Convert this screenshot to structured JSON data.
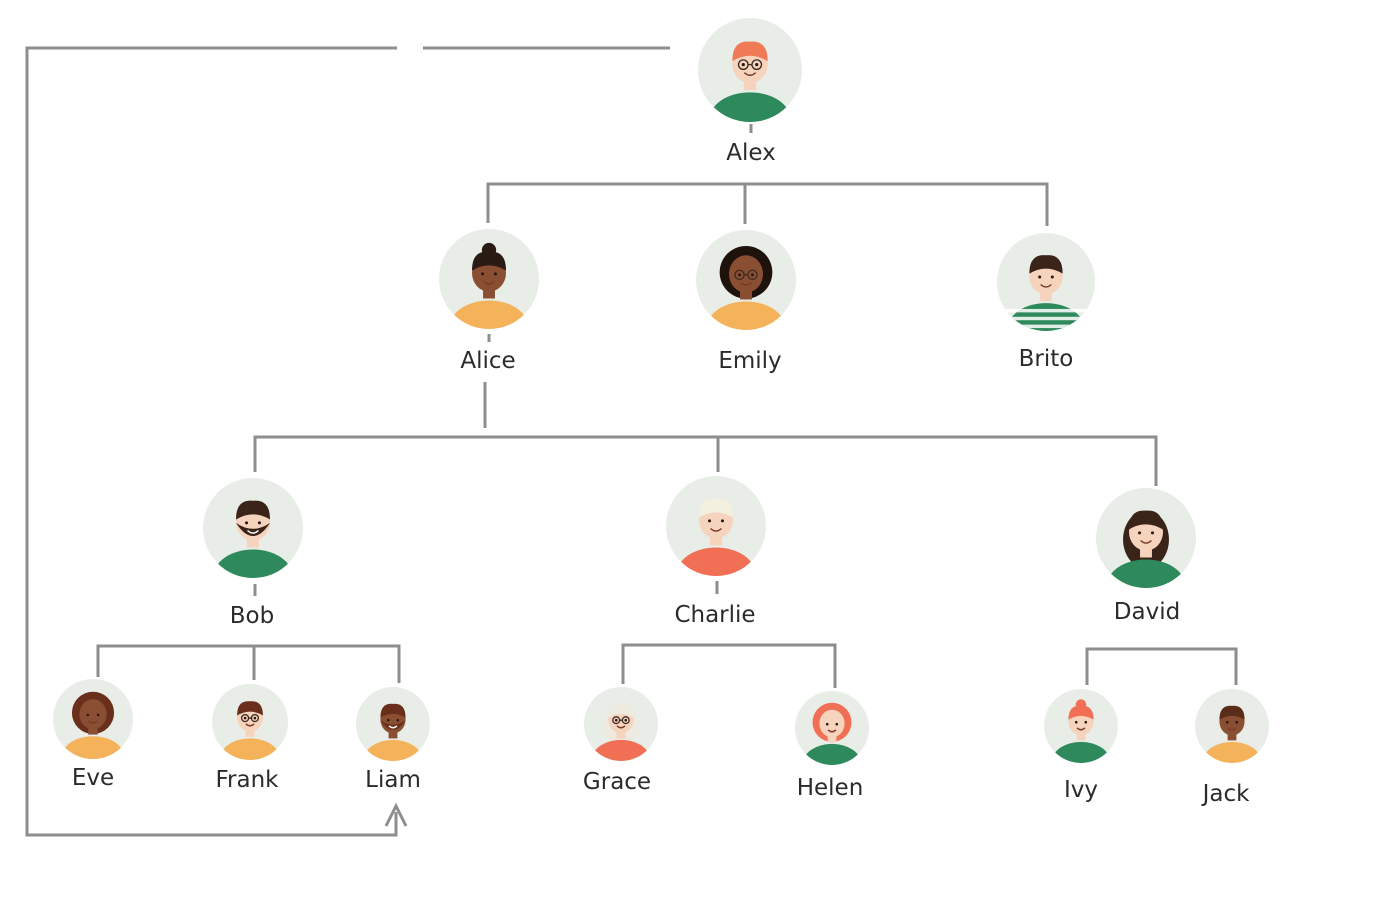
{
  "diagram": {
    "type": "family-tree",
    "colors": {
      "connector": "#8e8e8e",
      "avatar_background": "#e8ede7",
      "skin_light": "#f6d3bd",
      "skin_dark": "#8a4f33",
      "green": "#2e8a5c",
      "orange": "#f4b25a",
      "coral": "#f06f55"
    },
    "nodes": {
      "alex": {
        "name": "Alex",
        "avatar": "man-glasses-red-hair-icon"
      },
      "alice": {
        "name": "Alice",
        "avatar": "woman-bun-earrings-icon"
      },
      "emily": {
        "name": "Emily",
        "avatar": "woman-curly-hair-glasses-icon"
      },
      "brito": {
        "name": "Brito",
        "avatar": "man-striped-shirt-icon"
      },
      "bob": {
        "name": "Bob",
        "avatar": "man-beard-icon"
      },
      "charlie": {
        "name": "Charlie",
        "avatar": "man-white-hair-plaid-shirt-icon"
      },
      "david": {
        "name": "David",
        "avatar": "woman-long-hair-icon"
      },
      "eve": {
        "name": "Eve",
        "avatar": "woman-curly-hair-icon"
      },
      "frank": {
        "name": "Frank",
        "avatar": "man-glasses-icon"
      },
      "liam": {
        "name": "Liam",
        "avatar": "man-beard-pattern-shirt-icon"
      },
      "grace": {
        "name": "Grace",
        "avatar": "woman-glasses-white-hair-icon"
      },
      "helen": {
        "name": "Helen",
        "avatar": "woman-red-curly-hair-icon"
      },
      "ivy": {
        "name": "Ivy",
        "avatar": "woman-red-hair-bun-icon"
      },
      "jack": {
        "name": "Jack",
        "avatar": "man-smiling-icon"
      }
    },
    "edges": [
      {
        "from": "alex",
        "to": "alice"
      },
      {
        "from": "alex",
        "to": "emily"
      },
      {
        "from": "alex",
        "to": "brito"
      },
      {
        "from": "alice",
        "to": "bob"
      },
      {
        "from": "alice",
        "to": "charlie"
      },
      {
        "from": "alice",
        "to": "david"
      },
      {
        "from": "bob",
        "to": "eve"
      },
      {
        "from": "bob",
        "to": "frank"
      },
      {
        "from": "bob",
        "to": "liam"
      },
      {
        "from": "charlie",
        "to": "grace"
      },
      {
        "from": "charlie",
        "to": "helen"
      },
      {
        "from": "david",
        "to": "ivy"
      },
      {
        "from": "david",
        "to": "jack"
      },
      {
        "from": "alex",
        "to": "liam",
        "style": "loop-arrow"
      }
    ]
  }
}
